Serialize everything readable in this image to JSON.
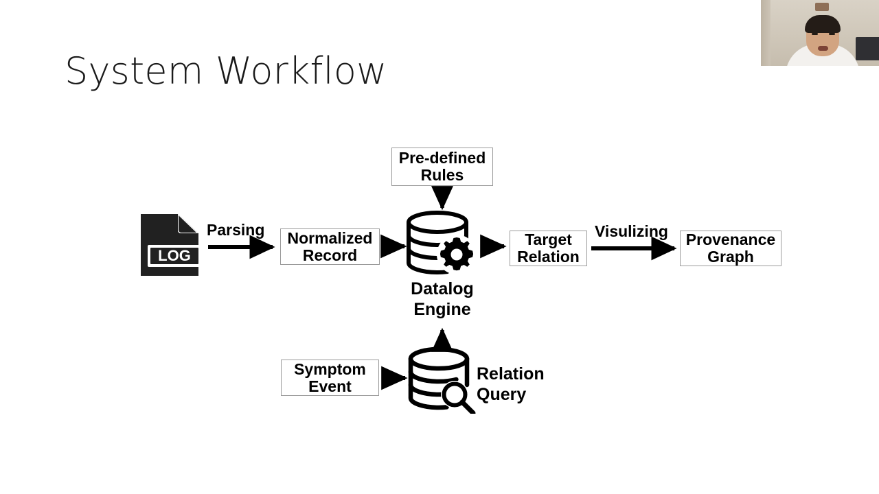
{
  "slide": {
    "title": "System Workflow",
    "background_color": "#ffffff"
  },
  "diagram": {
    "box_border_color": "#9a9a9a",
    "text_color": "#000000",
    "icon_color": "#000000",
    "log_icon_color": "#212121",
    "nodes": [
      {
        "id": "log-file",
        "type": "icon",
        "icon": "log-file-icon",
        "label": "LOG"
      },
      {
        "id": "normalized-record",
        "type": "box",
        "line1": "Normalized",
        "line2": "Record"
      },
      {
        "id": "pre-defined-rules",
        "type": "box",
        "line1": "Pre-defined",
        "line2": "Rules"
      },
      {
        "id": "datalog-engine",
        "type": "icon",
        "icon": "database-gear-icon",
        "line1": "Datalog",
        "line2": "Engine"
      },
      {
        "id": "target-relation",
        "type": "box",
        "line1": "Target",
        "line2": "Relation"
      },
      {
        "id": "provenance-graph",
        "type": "box",
        "line1": "Provenance",
        "line2": "Graph"
      },
      {
        "id": "symptom-event",
        "type": "box",
        "line1": "Symptom",
        "line2": "Event"
      },
      {
        "id": "relation-query",
        "type": "icon",
        "icon": "database-search-icon",
        "line1": "Relation",
        "line2": "Query"
      }
    ],
    "edge_labels": {
      "parsing": "Parsing",
      "visulizing": "Visulizing"
    }
  },
  "webcam": {
    "present": true,
    "position": "top-right"
  }
}
